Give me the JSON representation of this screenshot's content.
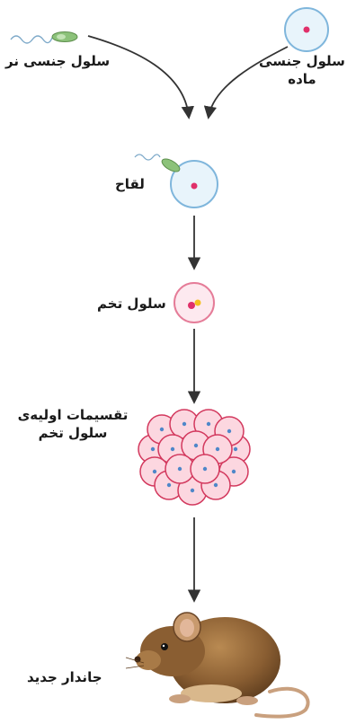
{
  "labels": {
    "male_cell": "سلول جنسی نر",
    "female_cell_line1": "سلول جنسی",
    "female_cell_line2": "ماده",
    "fertilization": "لقاح",
    "zygote": "سلول تخم",
    "divisions_line1": "تقسیمات اولیه‌ی",
    "divisions_line2": "سلول تخم",
    "new_organism": "جاندار جدید"
  },
  "colors": {
    "egg_outline": "#7fb6dc",
    "egg_fill": "#e8f4fb",
    "nucleus": "#e0306a",
    "zygote_outline": "#e57c98",
    "zygote_fill": "#fde9ef",
    "zygote_yellow": "#f4c01e",
    "cluster_outline": "#d3395e",
    "cluster_fill": "#fcd7e0",
    "cell_nucleus": "#4f87c9",
    "sperm": "#6fa85a",
    "arrow": "#333333",
    "mouse_body": "#8a5e32",
    "mouse_belly": "#d9b88c",
    "mouse_tail": "#c9a07e"
  },
  "icons": [
    "sperm-icon",
    "egg-cell-icon",
    "zygote-icon",
    "cell-cluster-icon",
    "mouse-icon"
  ]
}
